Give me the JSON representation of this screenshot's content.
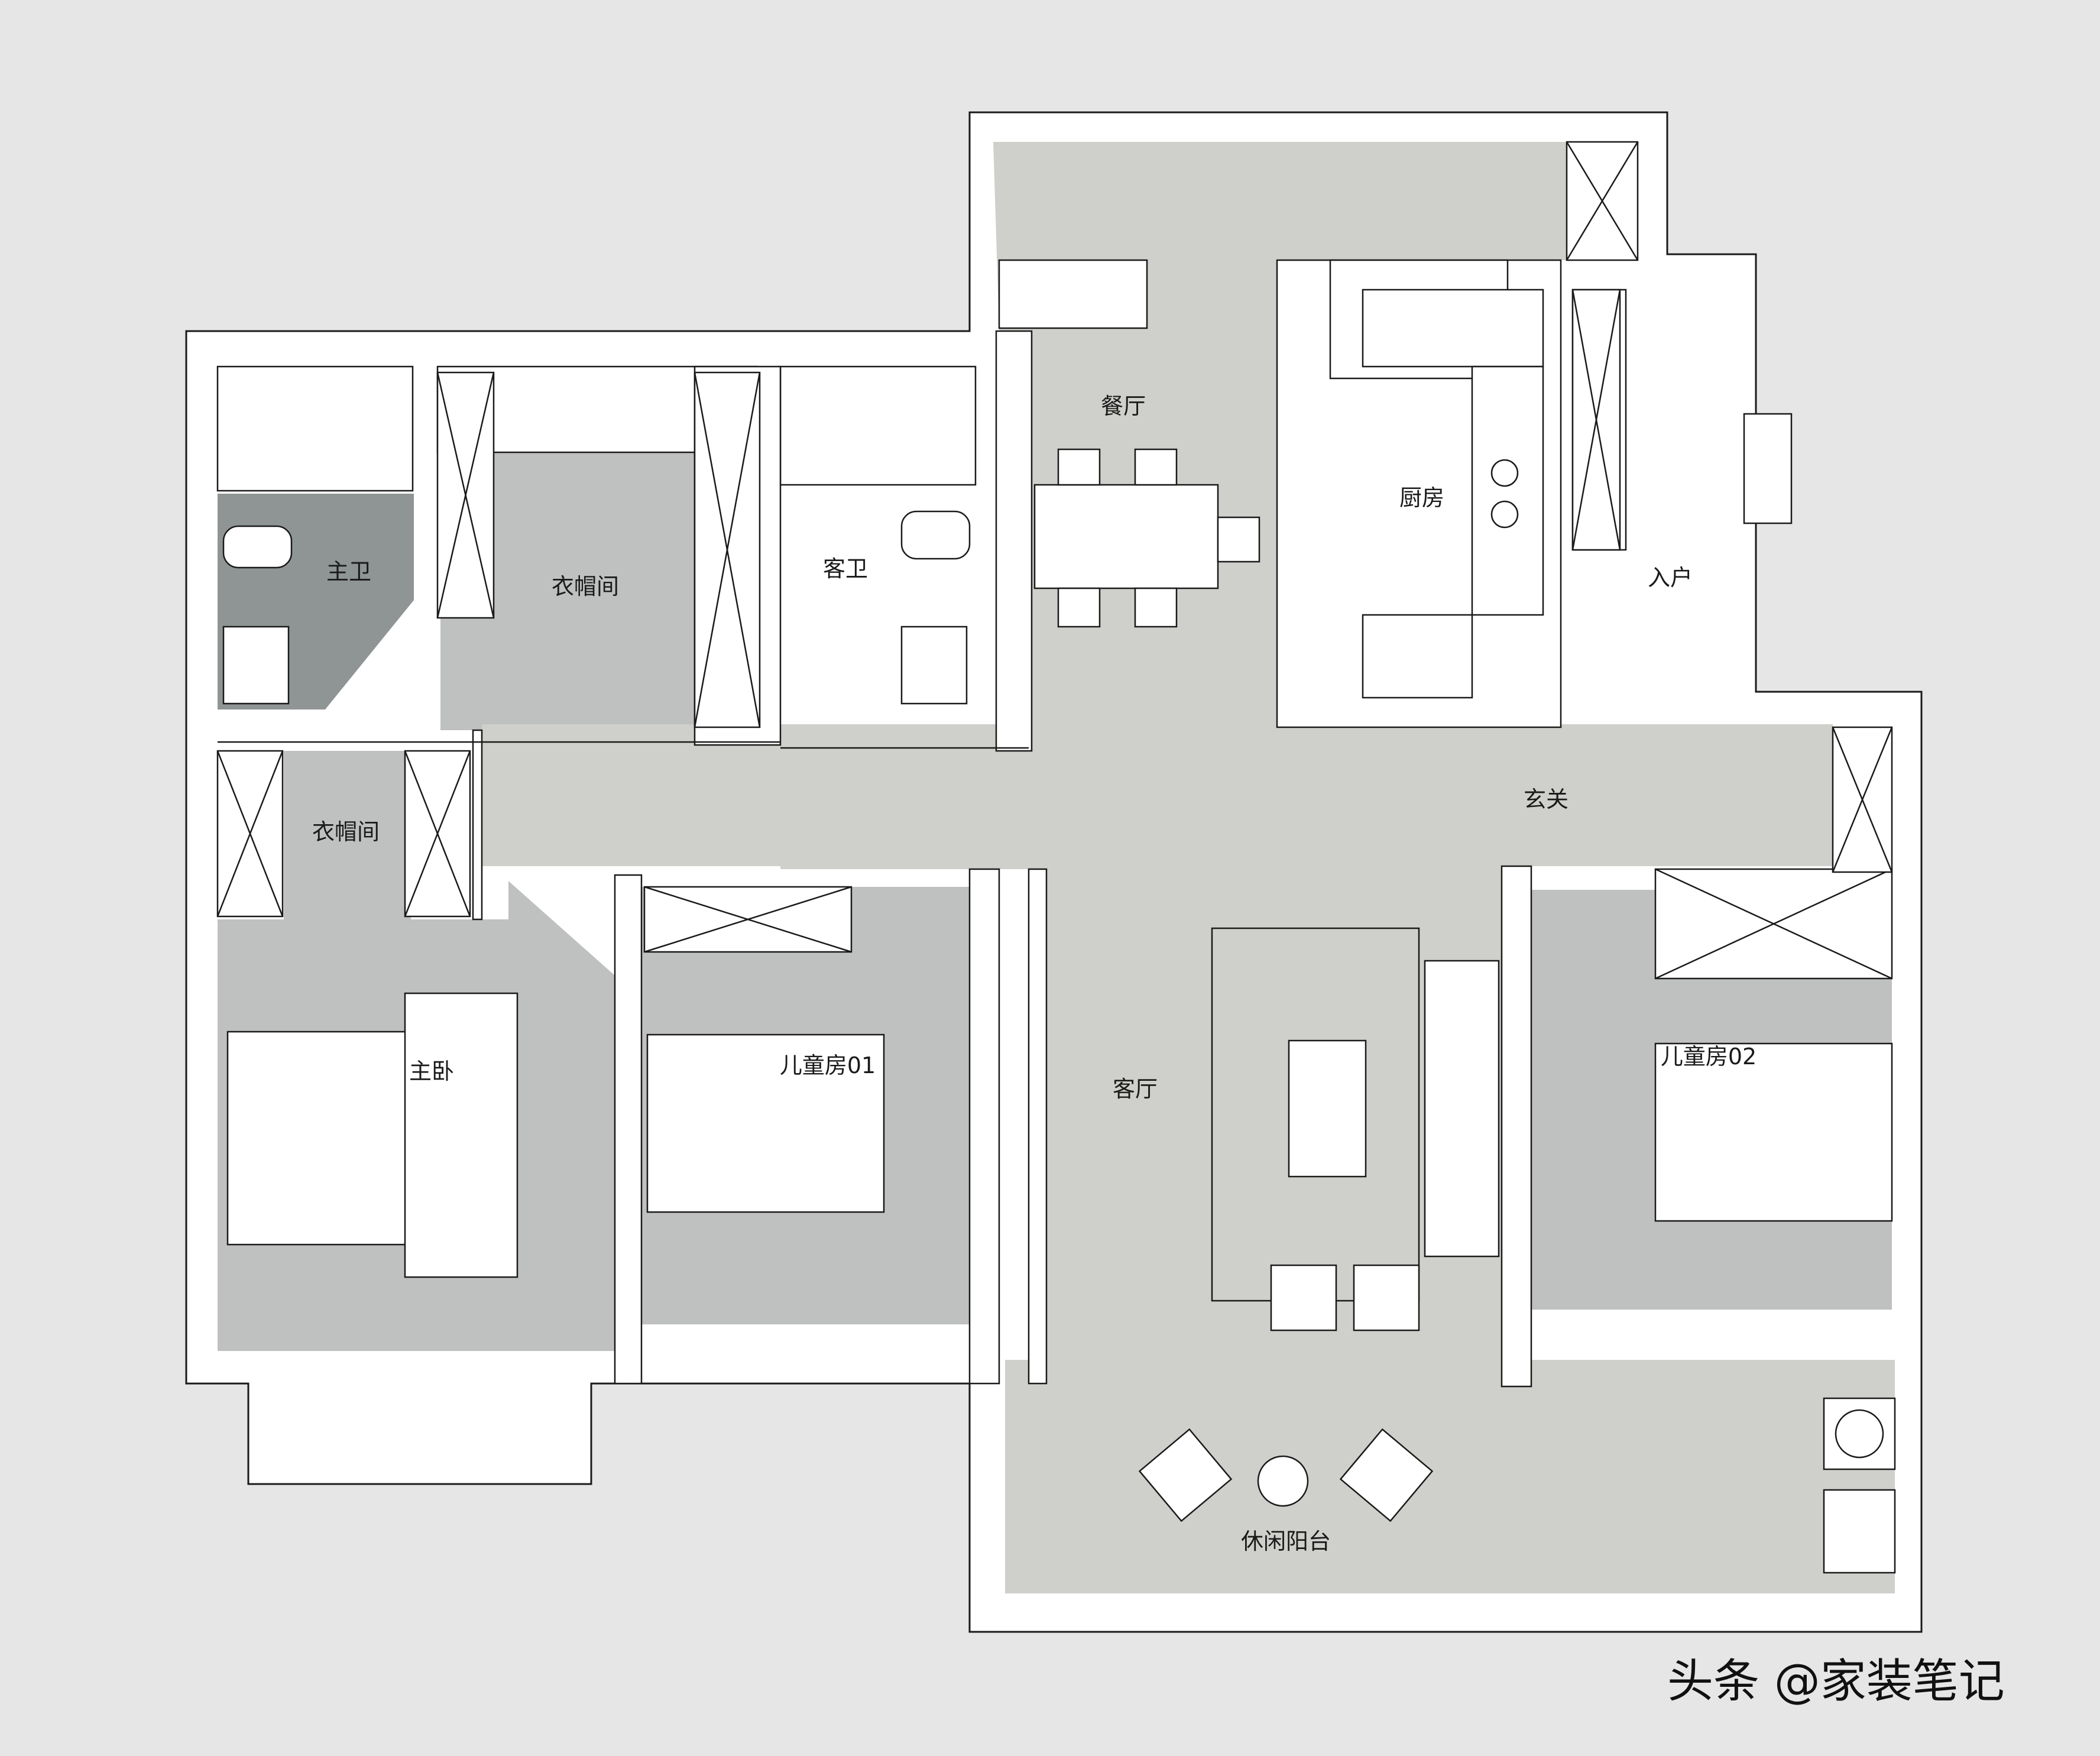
{
  "plan": {
    "rooms": [
      {
        "id": "master-bath",
        "label": "主卫"
      },
      {
        "id": "walk-in-closet-1",
        "label": "衣帽间"
      },
      {
        "id": "guest-bath",
        "label": "客卫"
      },
      {
        "id": "dining",
        "label": "餐厅"
      },
      {
        "id": "kitchen",
        "label": "厨房"
      },
      {
        "id": "entry",
        "label": "入户"
      },
      {
        "id": "foyer",
        "label": "玄关"
      },
      {
        "id": "walk-in-closet-2",
        "label": "衣帽间"
      },
      {
        "id": "master-bedroom",
        "label": "主卧"
      },
      {
        "id": "kids-room-1",
        "label": "儿童房01"
      },
      {
        "id": "living",
        "label": "客厅"
      },
      {
        "id": "kids-room-2",
        "label": "儿童房02"
      },
      {
        "id": "leisure-balcony",
        "label": "休闲阳台"
      }
    ],
    "colors": {
      "background": "#e6e6e6",
      "wall": "#ffffff",
      "floor_light": "#cfcfcb",
      "floor_mid": "#bfc0c0",
      "floor_dark": "#8f9494"
    }
  },
  "watermark": {
    "text": "头条 @家装笔记"
  }
}
